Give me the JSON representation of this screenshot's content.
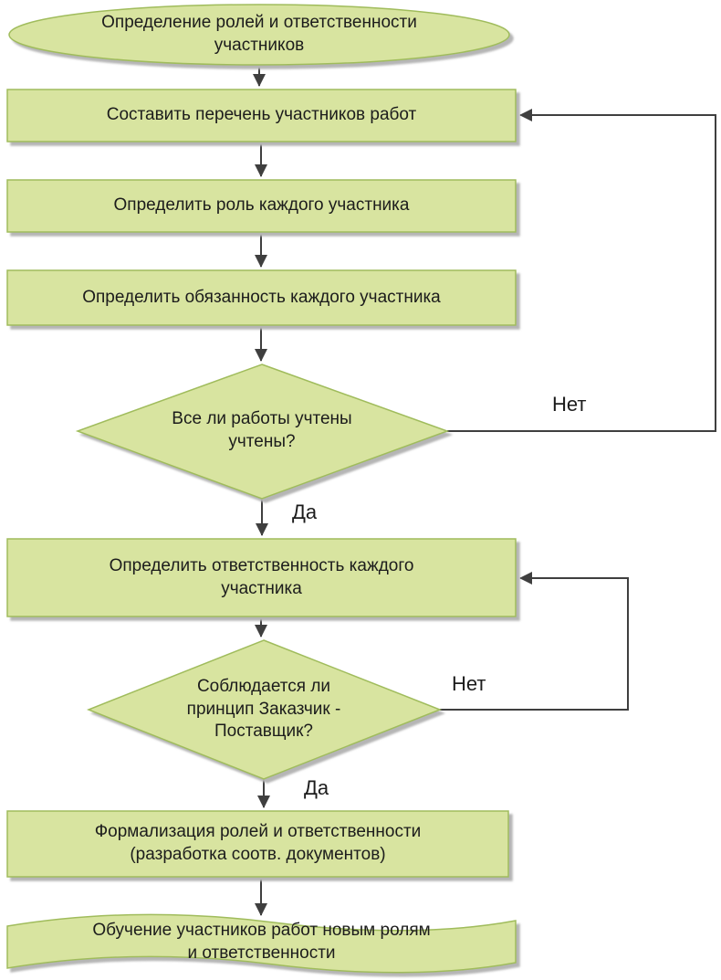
{
  "nodes": [
    {
      "type": "terminator",
      "label": "Определение ролей и ответственности\nучастников"
    },
    {
      "type": "process",
      "label": "Составить перечень участников работ"
    },
    {
      "type": "process",
      "label": "Определить роль каждого участника"
    },
    {
      "type": "process",
      "label": "Определить обязанность каждого участника"
    },
    {
      "type": "decision",
      "label": "Все ли работы учтены\nучтены?"
    },
    {
      "type": "process",
      "label": "Определить ответственность каждого\nучастника"
    },
    {
      "type": "decision",
      "label": "Соблюдается ли\nпринцип Заказчик -\nПоставщик?"
    },
    {
      "type": "process",
      "label": "Формализация ролей и ответственности\n(разработка соотв. документов)"
    },
    {
      "type": "tape",
      "label": "Обучение участников работ новым ролям\nи ответственности"
    }
  ],
  "edge_labels": {
    "decision1_no": "Нет",
    "decision1_yes": "Да",
    "decision2_no": "Нет",
    "decision2_yes": "Да"
  },
  "colors": {
    "shape_fill": "#d8e4a0",
    "shape_stroke": "#a0bc5c",
    "connector": "#3f3f3f",
    "text": "#1c1c1c"
  }
}
